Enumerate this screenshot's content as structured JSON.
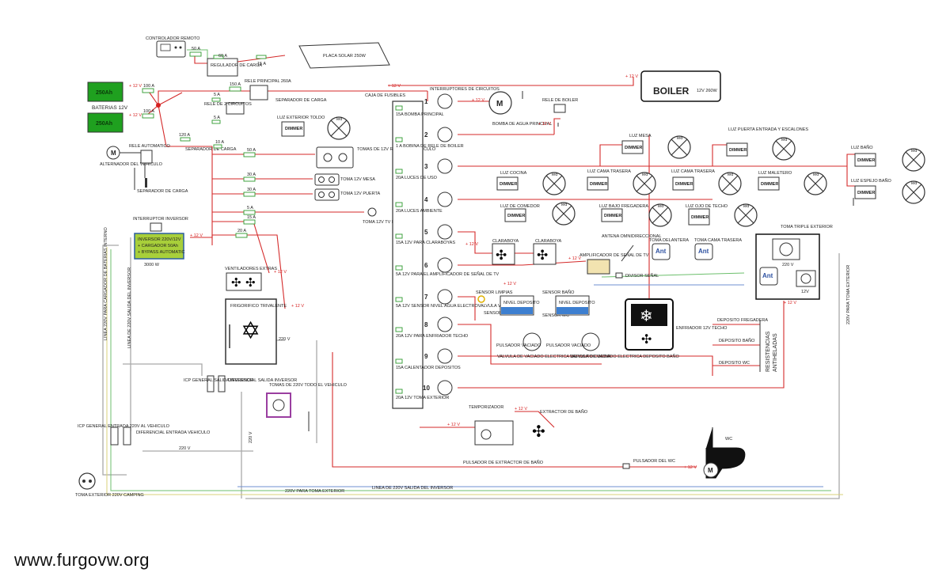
{
  "labels": {
    "controlador": "CONTROLADOR REMOTO",
    "regulador": "REGULADOR DE CARGA",
    "placa": "PLACA SOLAR 250W",
    "f50a": "50 A",
    "f60a": "60 A",
    "f15a": "15 A",
    "baterias": "BATERIAS 12V",
    "bat1": "250Ah",
    "bat2": "250Ah",
    "f100a1": "100 A",
    "f100a2": "100 A",
    "plus12": "+ 12 V",
    "alternador": "ALTERNADOR DEL VEHICULO",
    "rele_auto": "RELE AUTOMATICO",
    "separador": "SEPARADOR DE CARGA",
    "rele_principal": "RELE PRINCIPAL 260A",
    "f150a": "150 A",
    "rele_2c": "RELE DE 2 CIRCUITOS",
    "sep_carga2": "SEPARADOR DE CARGA",
    "caja_fusibles": "CAJA DE FUSIBLES",
    "interruptores": "INTERRUPTORES DE CIRCUITOS",
    "bomba": "BOMBA DE AGUA PRINCIPAL",
    "rele_boiler": "RELE DE BOILER",
    "boiler": "BOILER",
    "boiler_spec": "12V 260W",
    "luz_exterior": "LUZ EXTERIOR TOLDO",
    "dimmer": "DIMMER",
    "led": "led",
    "tomas12_resto": "TOMAS DE 12V RESTO DE VEHICULO",
    "toma12_mesa": "TOMA 12V MESA",
    "toma12_puerta": "TOMA 12V PUERTA",
    "toma12_tv": "TOMA 12V TV ENTRADA",
    "f30a": "30 A",
    "f5a": "5 A",
    "f20a": "20 A",
    "f10a": "10 A",
    "f120a": "120 A",
    "interruptor_inversor": "INTERRUPTOR INVERSOR",
    "inversor_l1": "INVERSOR 220V/12V",
    "inversor_l2": "+ CARGADOR 50Ah",
    "inversor_l3": "+ BYPASS AUTOMATIC",
    "inversor_w": "3000 W",
    "ventiladores": "VENTILADORES EXTRAS",
    "frigorifico": "FRIGORIFICO TRIVALENTE",
    "v220": "220 V",
    "icp_salida": "ICP GENERAL SALIDA INVERSOR",
    "dif_salida": "DIFERENCIAL SALIDA INVERSOR",
    "tomas220": "TOMAS DE 220V TODO EL VEHICULO",
    "icp_entrada": "ICP GENERAL ENTRADA 220V AL VEHICULO",
    "dif_entrada": "DIFERENCIAL ENTRADA VEHICULO",
    "toma_exterior": "TOMA EXTERIOR 220V CAMPING",
    "linea_cargador": "LINEA 220V PARA CARGADOR DE BATERIAS INTERNO",
    "linea_salida": "LINEA DE 220V SALIDA DEL INVERSOR",
    "v220_toma_ext": "220V PARA TOMA EXTERIOR",
    "linea_salida2": "LINEA DE 220V SALIDA DEL INVERSOR",
    "v220_toma_ext_r": "220V PARA TOMA EXTERIOR",
    "c1": "15A BOMBA PRINCIPAL",
    "c2": "1 A BOBINA DE RELE DE BOILER",
    "c3": "20A LUCES DE USO",
    "c4": "20A LUCES AMBIENTE",
    "c5": "15A 12V PARA CLARABOYAS",
    "c6": "5A 12V PARA EL AMPLIFICADOR DE SEÑAL DE TV",
    "c7": "5A 12V SENSOR NIVEL AGUA ELECTROVALVULA VACIADO",
    "c8": "20A 12V PARA ENFRIADOR TECHO",
    "c9": "15A CALENTADOR DEPOSITOS",
    "c10": "20A 12V TOMA EXTERIOR",
    "luz_mesa": "LUZ MESA",
    "luz_puerta": "LUZ PUERTA ENTRADA Y ESCALONES",
    "luz_bano": "LUZ BAÑO",
    "luz_cocina": "LUZ COCINA",
    "luz_cama": "LUZ CAMA TRASERA",
    "luz_maletero": "LUZ MALETERO",
    "luz_espejo": "LUZ ESPEJO BAÑO",
    "luz_comedor": "LUZ DE COMEDOR",
    "luz_fregadera": "LUZ BAJO FREGADERA",
    "luz_techo": "LUZ OJO DE TECHO",
    "claraboya": "CLARABOYA",
    "antena": "ANTENA OMNIDIRECCIONAL",
    "amplificador": "AMPLIFICADOR DE SEÑAL DE TV",
    "toma_delantera": "TOMA DELANTERA",
    "toma_cama": "TOMA CAMA TRASERA",
    "ant": "Ant",
    "divisor": "DIVISOR SEÑAL",
    "toma_triple": "TOMA TRIPLE EXTERIOR",
    "v12": "12V",
    "sensor_limpias": "SENSOR LIMPIAS",
    "sensor_fregadera": "SENSOR FREGADERA",
    "sensor_bano": "SENSOR BAÑO",
    "sensor_wc": "SENSOR WC",
    "nivel1": "NIVEL DEPOSITO",
    "nivel2": "NIVEL DEPOSITO",
    "pulsador1": "PULSADOR VACIADO",
    "pulsador2": "PULSADOR VACIADO",
    "valvula1": "VALVULA DE VACIADO ELECTRICA DEPOSITO COCINA",
    "valvula2": "VALVULA DE VACIADO ELECTRICA DEPOSITO BAÑO",
    "enfriador": "ENFRIADOR 12V TECHO",
    "dep_fregadera": "DEPOSITO FREGADERA",
    "dep_bano": "DEPOSITO BAÑO",
    "dep_wc": "DEPOSITO WC",
    "resistencias": "RESISTENCIAS",
    "antiheladas": "ANTIHELADAS",
    "temporizador": "TEMPORIZADOR",
    "extractor": "EXTRACTOR DE BAÑO",
    "pulsador_extractor": "PULSADOR DE EXTRACTOR DE BAÑO",
    "pulsador_wc": "PULSADOR DEL WC",
    "wc": "WC",
    "m": "M",
    "watermark": "www.furgovw.org"
  },
  "colors": {
    "wire_pos": "#d42a2a",
    "wire_neg": "#333333",
    "wire_ac": "#a9a9a9",
    "battery": "#1fa01f",
    "inverter": "#a8cf3a",
    "tv_amp": "#f2e3b0",
    "outlet_220": "#9a3ea0"
  }
}
